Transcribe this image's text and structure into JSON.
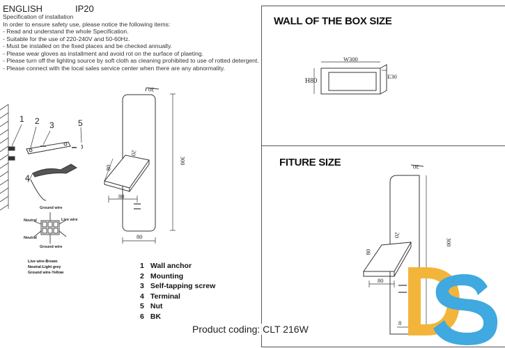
{
  "header": {
    "language": "ENGLISH",
    "rating": "IP20"
  },
  "specification": {
    "title": "Specification of installation",
    "lines": [
      "In order to ensure safety use, please notice the following items:",
      "- Read and understand the whole Specification.",
      "- Suitable for the use of 220-240V and 50-60Hz.",
      "- Must be installed on the fixed places and be checked annually.",
      "- Please wear gloves as installment and avoid rot on the surface of plaeting.",
      "- Please turn off the lighitng source by soft cloth as cleaning prohibited to use of rotted detergent.",
      "- Please connect with the local sales service center when there are any abnormality."
    ]
  },
  "left_drawing": {
    "callouts": [
      "1",
      "2",
      "3",
      "5",
      "4"
    ],
    "wire_labels": {
      "ground_top": "Ground wire",
      "live": "Live wire",
      "neutral1": "Neutral",
      "neutral2": "Neutral",
      "ground_bottom": "Ground wire"
    },
    "dims": {
      "side_depth": "30",
      "height": "300",
      "head_depth": "80",
      "head_width": "80",
      "head_angle": "20",
      "base_width": "80"
    }
  },
  "wire_key": [
    "Live wire-Brown",
    "Neutral-Light grey",
    "Ground wire-Yellow"
  ],
  "legend": [
    {
      "num": "1",
      "label": "Wall anchor"
    },
    {
      "num": "2",
      "label": "Mounting"
    },
    {
      "num": "3",
      "label": "Self-tapping screw"
    },
    {
      "num": "4",
      "label": "Terminal"
    },
    {
      "num": "5",
      "label": "Nut"
    },
    {
      "num": "6",
      "label": "BK"
    }
  ],
  "box_panel": {
    "title": "WALL OF THE BOX SIZE",
    "width": "W300",
    "height": "H80",
    "depth": "E30"
  },
  "fixture_panel": {
    "title": "FITURE SIZE",
    "dims": {
      "depth": "30",
      "height": "300",
      "head_depth": "80",
      "head_angle": "20",
      "head_width": "80",
      "base": "8"
    }
  },
  "product": {
    "coding": "Product coding: CLT 216W"
  },
  "logo": {
    "text": "DS",
    "colors": {
      "yellow": "#F2B53A",
      "blue": "#3FA9E0"
    }
  }
}
